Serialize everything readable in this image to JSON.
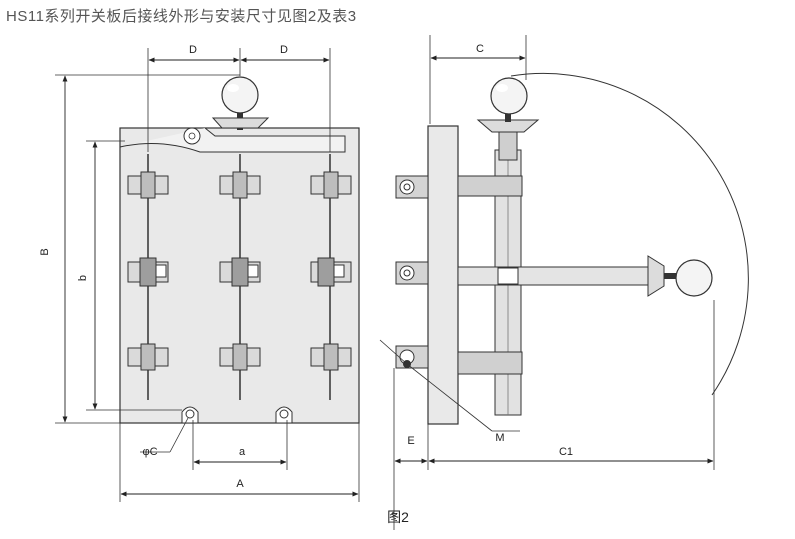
{
  "title": "HS11系列开关板后接线外形与安装尺寸见图2及表3",
  "labels": {
    "D_left": "D",
    "D_right": "D",
    "B": "B",
    "b": "b",
    "phiC": "φC",
    "a": "a",
    "A": "A",
    "C": "C",
    "E": "E",
    "M": "M",
    "C1": "C1"
  },
  "caption": "图2",
  "colors": {
    "panel": "#e8e8e8",
    "part": "#dcdcdc",
    "line": "#222222"
  }
}
